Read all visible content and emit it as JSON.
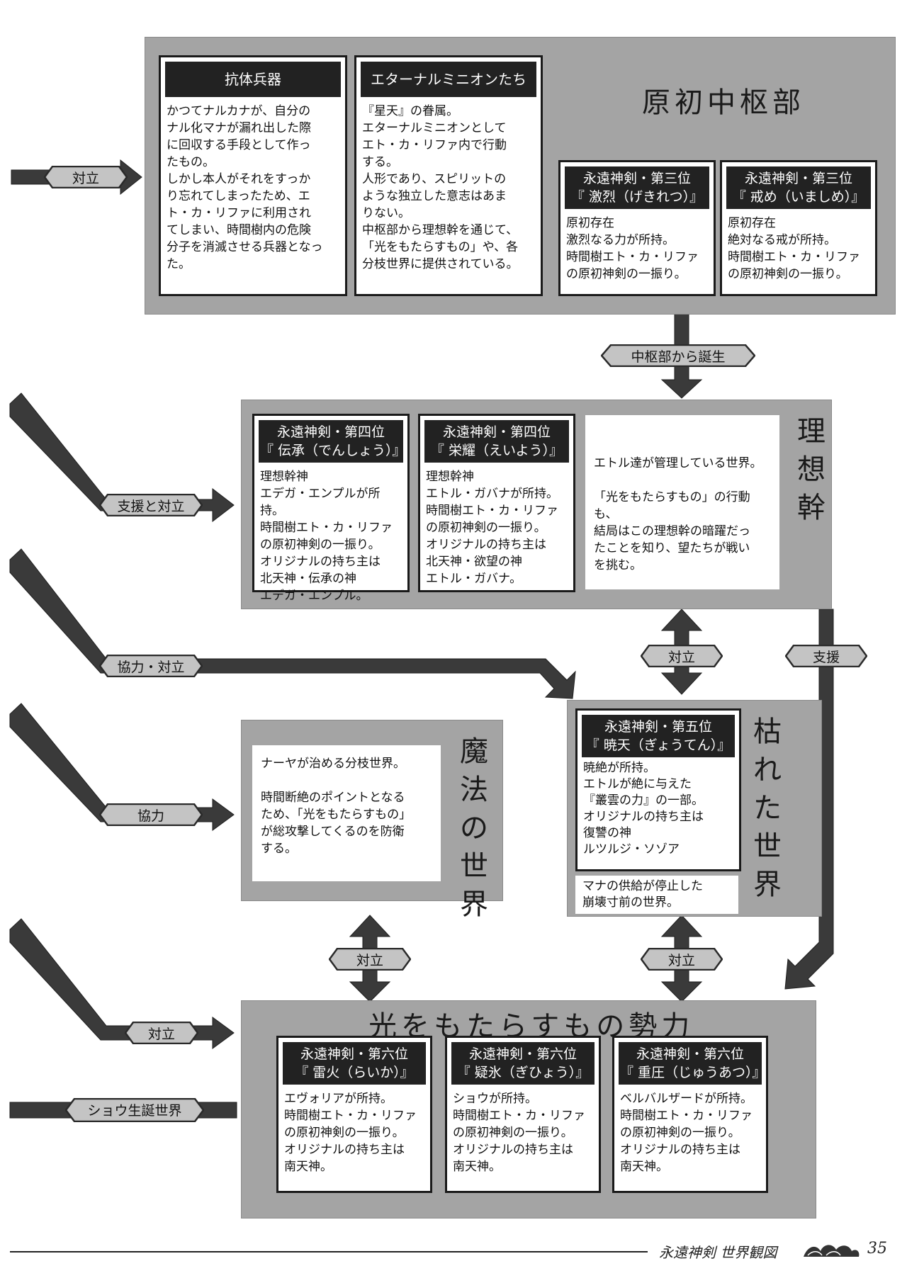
{
  "colors": {
    "panel": "#a4a4a4",
    "arrow": "#3a3a3a",
    "tag_fill": "#c4c4c4",
    "card_head": "#222222"
  },
  "sections": {
    "core": {
      "title": "原初中枢部",
      "cards": [
        {
          "head": "抗体兵器",
          "body": "かつてナルカナが、自分の\nナル化マナが漏れ出した際\nに回収する手段として作っ\nたもの。\nしかし本人がそれをすっか\nり忘れてしまったため、エ\nト・カ・リファに利用され\nてしまい、時間樹内の危険\n分子を消滅させる兵器となっ\nた。"
        },
        {
          "head": "エターナルミニオンたち",
          "body": "『星天』の眷属。\nエターナルミニオンとして\nエト・カ・リファ内で行動\nする。\n人形であり、スピリットの\nような独立した意志はあま\nりない。\n中枢部から理想幹を通じて、\n「光をもたらすもの」や、各\n分枝世界に提供されている。"
        },
        {
          "head_line1": "永遠神剣・第三位",
          "head_line2": "『 激烈（げきれつ）』",
          "body": "原初存在\n激烈なる力が所持。\n時間樹エト・カ・リファ\nの原初神剣の一振り。"
        },
        {
          "head_line1": "永遠神剣・第三位",
          "head_line2": "『 戒め（いましめ）』",
          "body": "原初存在\n絶対なる戒が所持。\n時間樹エト・カ・リファ\nの原初神剣の一振り。"
        }
      ]
    },
    "ideal_trunk": {
      "title": "理想幹",
      "cards": [
        {
          "head_line1": "永遠神剣・第四位",
          "head_line2": "『 伝承（でんしょう）』",
          "body": "理想幹神\nエデガ・エンプルが所持。\n時間樹エト・カ・リファ\nの原初神剣の一振り。\nオリジナルの持ち主は\n北天神・伝承の神\nエデガ・エンプル。"
        },
        {
          "head_line1": "永遠神剣・第四位",
          "head_line2": "『 栄耀（えいよう）』",
          "body": "理想幹神\nエトル・ガバナが所持。\n時間樹エト・カ・リファ\nの原初神剣の一振り。\nオリジナルの持ち主は\n北天神・欲望の神\nエトル・ガバナ。"
        }
      ],
      "description": "エトル達が管理している世界。\n\n「光をもたらすもの」の行動も、\n結局はこの理想幹の暗躍だっ\nたことを知り、望たちが戦い\nを挑む。"
    },
    "magic_world": {
      "title": "魔法の世界",
      "description": "ナーヤが治める分枝世界。\n\n時間断絶のポイントとなる\nため、「光をもたらすもの」\nが総攻撃してくるのを防衛\nする。"
    },
    "withered_world": {
      "title": "枯れた世界",
      "card": {
        "head_line1": "永遠神剣・第五位",
        "head_line2": "『 暁天（ぎょうてん）』",
        "body": "暁絶が所持。\nエトルが絶に与えた\n『叢雲の力』の一部。\nオリジナルの持ち主は\n復讐の神\nルツルジ・ソゾア"
      },
      "description": "マナの供給が停止した\n崩壊寸前の世界。"
    },
    "light_bringers": {
      "title": "光をもたらすもの勢力",
      "cards": [
        {
          "head_line1": "永遠神剣・第六位",
          "head_line2": "『 雷火（らいか）』",
          "body": "エヴォリアが所持。\n時間樹エト・カ・リファ\nの原初神剣の一振り。\nオリジナルの持ち主は\n南天神。"
        },
        {
          "head_line1": "永遠神剣・第六位",
          "head_line2": "『 疑氷（ぎひょう）』",
          "body": "ショウが所持。\n時間樹エト・カ・リファ\nの原初神剣の一振り。\nオリジナルの持ち主は\n南天神。"
        },
        {
          "head_line1": "永遠神剣・第六位",
          "head_line2": "『 重圧（じゅうあつ）』",
          "body": "ベルバルザードが所持。\n時間樹エト・カ・リファ\nの原初神剣の一振り。\nオリジナルの持ち主は\n南天神。"
        }
      ]
    }
  },
  "relations": {
    "left_to_core": "対立",
    "core_to_trunk": "中枢部から誕生",
    "left_to_trunk": "支援と対立",
    "left_to_withered": "協力・対立",
    "trunk_withered": "対立",
    "trunk_to_light": "支援",
    "left_to_magic": "協力",
    "magic_light": "対立",
    "withered_light": "対立",
    "left_to_light": "対立",
    "sho_birth_world": "ショウ生誕世界"
  },
  "footer": {
    "title": "永遠神剣 世界観図",
    "page": "35"
  }
}
